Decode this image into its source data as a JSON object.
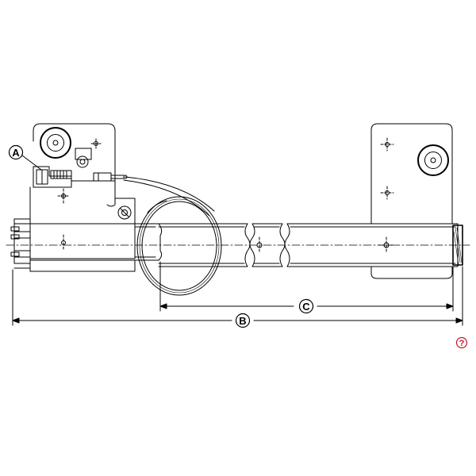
{
  "diagram": {
    "callouts": {
      "a": "A",
      "b": "B",
      "c": "C"
    }
  },
  "help": {
    "icon": "help-icon",
    "label": "?",
    "color": "#c0182b"
  },
  "colors": {
    "line": "#000000",
    "background": "#ffffff"
  }
}
